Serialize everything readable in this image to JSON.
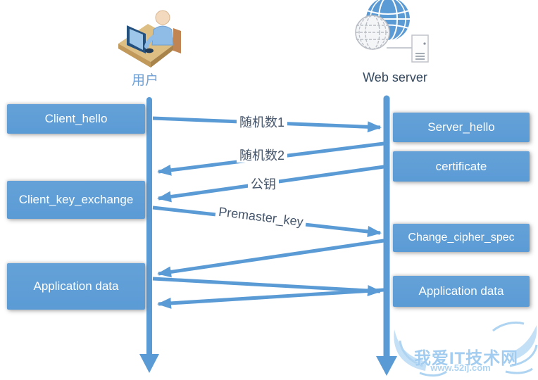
{
  "diagram": {
    "type": "sequence-diagram",
    "topic": "TLS handshake between client and web server"
  },
  "actors": {
    "client": {
      "label": "用户",
      "icon": "user-at-desk-icon",
      "label_color": "#6fa0d6"
    },
    "server": {
      "label": "Web server",
      "icon": "web-server-globe-icon",
      "label_color": "#33475e"
    }
  },
  "client_boxes": [
    {
      "label": "Client_hello"
    },
    {
      "label": "Client_key_exchange"
    },
    {
      "label": "Application data"
    }
  ],
  "server_boxes": [
    {
      "label": "Server_hello"
    },
    {
      "label": "certificate"
    },
    {
      "label": "Change_cipher_spec"
    },
    {
      "label": "Application data"
    }
  ],
  "messages": [
    {
      "label": "随机数1",
      "from": "client",
      "to": "server"
    },
    {
      "label": "随机数2",
      "from": "server",
      "to": "client"
    },
    {
      "label": "公钥",
      "from": "server",
      "to": "client"
    },
    {
      "label": "Premaster_key",
      "from": "client",
      "to": "server"
    },
    {
      "label": "",
      "from": "server",
      "to": "client"
    },
    {
      "label": "",
      "from": "client",
      "to": "server"
    },
    {
      "label": "",
      "from": "server",
      "to": "client"
    }
  ],
  "watermark": {
    "title": "我爱IT技术网",
    "url": "www.52ij.com"
  },
  "colors": {
    "accent_blue": "#5b9bd5",
    "box_text": "#ffffff",
    "message_label_text": "#44546a",
    "watermark_blue": "#a2cdf0"
  }
}
